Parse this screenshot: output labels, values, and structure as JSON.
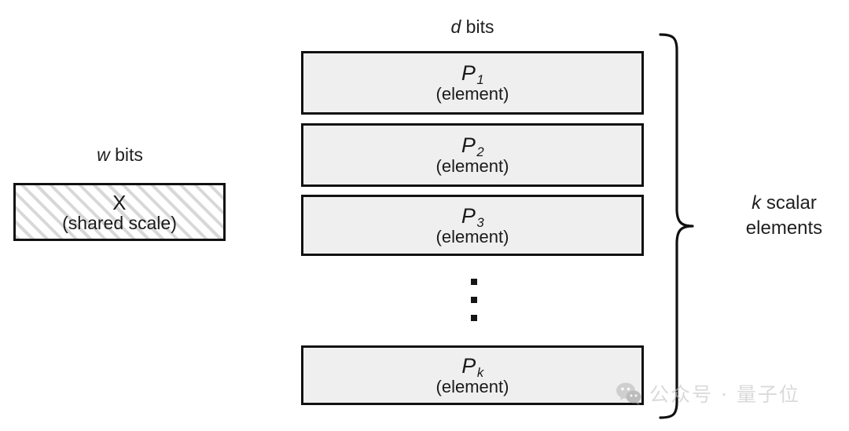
{
  "figure": {
    "background_color": "#ffffff",
    "stroke_color": "#111111",
    "box_fill_color": "#efefef",
    "hatch_color": "#d8d8d8"
  },
  "headers": {
    "scale_width": {
      "symbol": "w",
      "text": " bits"
    },
    "element_width": {
      "symbol": "d",
      "text": " bits"
    }
  },
  "scale_block": {
    "symbol": "X",
    "subscript": "",
    "caption": "(shared scale)"
  },
  "element_blocks": [
    {
      "symbol": "P",
      "subscript": "1",
      "caption": "(element)"
    },
    {
      "symbol": "P",
      "subscript": "2",
      "caption": "(element)"
    },
    {
      "symbol": "P",
      "subscript": "3",
      "caption": "(element)"
    },
    {
      "symbol": "P",
      "subscript": "k",
      "caption": "(element)"
    }
  ],
  "ellipsis": {
    "dot_count": 3,
    "orientation": "vertical"
  },
  "group_brace": {
    "symbol": "k",
    "line1_rest": " scalar",
    "line2": "elements",
    "spans": "all element blocks"
  },
  "watermark": {
    "icon": "wechat-icon",
    "text": "公众号 · 量子位",
    "color": "#c4c4c4"
  }
}
